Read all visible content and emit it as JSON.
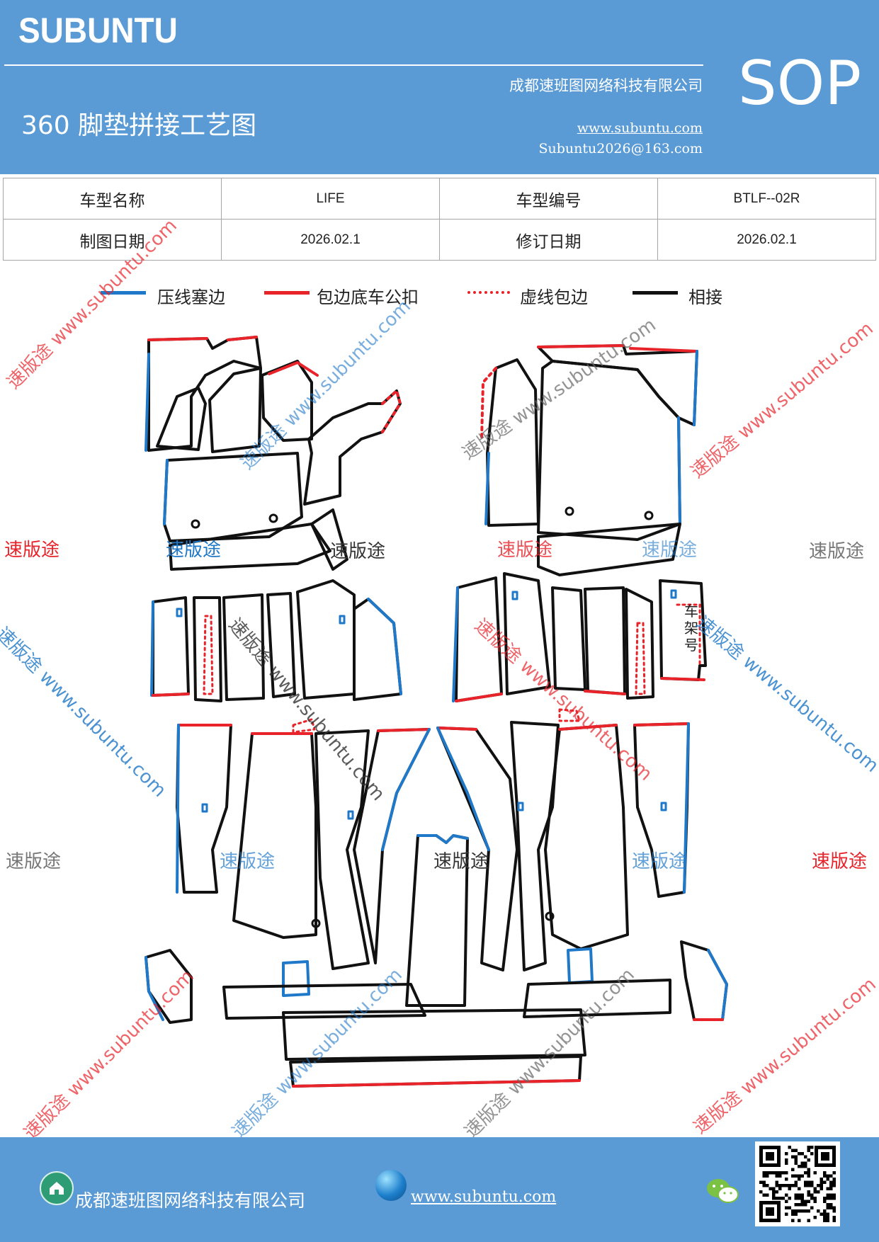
{
  "header": {
    "logo": "SUBUNTU",
    "company": "成都速班图网络科技有限公司",
    "title": "360 脚垫拼接工艺图",
    "url": "www.subuntu.com",
    "email": "Subuntu2026@163.com",
    "badge": "SOP"
  },
  "info_table": {
    "row1": [
      "车型名称",
      "LIFE",
      "车型编号",
      "BTLF--02R"
    ],
    "row2": [
      "制图日期",
      "2026.02.1",
      "修订日期",
      "2026.02.1"
    ]
  },
  "legend": [
    {
      "label": "压线塞边",
      "color": "#1f78c8",
      "style": "solid"
    },
    {
      "label": "包边底车公扣",
      "color": "#e8232a",
      "style": "solid"
    },
    {
      "label": "虚线包边",
      "color": "#e8232a",
      "style": "dotted"
    },
    {
      "label": "相接",
      "color": "#111111",
      "style": "solid"
    }
  ],
  "diagram": {
    "frame_label": "车架号",
    "watermark_brand": "速版途",
    "watermark_url": "www.subuntu.com",
    "watermark_combo": "速版途 www.subuntu.com"
  },
  "footer": {
    "company": "成都速班图网络科技有限公司",
    "url": "www.subuntu.com",
    "home_icon": "home-icon",
    "globe_icon": "globe-icon",
    "wechat_icon": "wechat-icon"
  },
  "colors": {
    "brand_blue": "#5b9bd5",
    "edge_blue": "#1f78c8",
    "edge_red": "#e8232a",
    "outline": "#111111"
  }
}
